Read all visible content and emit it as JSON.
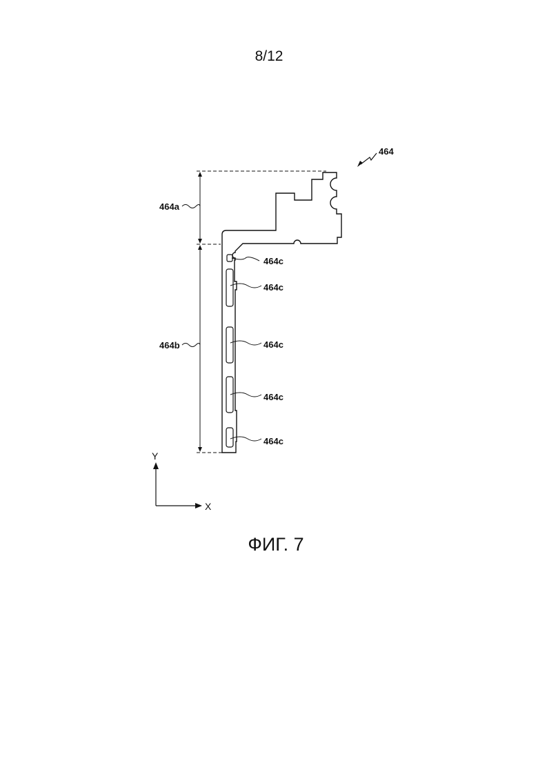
{
  "sheet": {
    "page_number": "8/12",
    "figure_caption": "ФИГ. 7"
  },
  "drawing": {
    "part_label": "464",
    "section_labels": [
      "464a",
      "464b"
    ],
    "hole_labels": [
      "464c",
      "464c",
      "464c",
      "464c",
      "464c"
    ],
    "axes": {
      "y": "Y",
      "x": "X"
    }
  }
}
